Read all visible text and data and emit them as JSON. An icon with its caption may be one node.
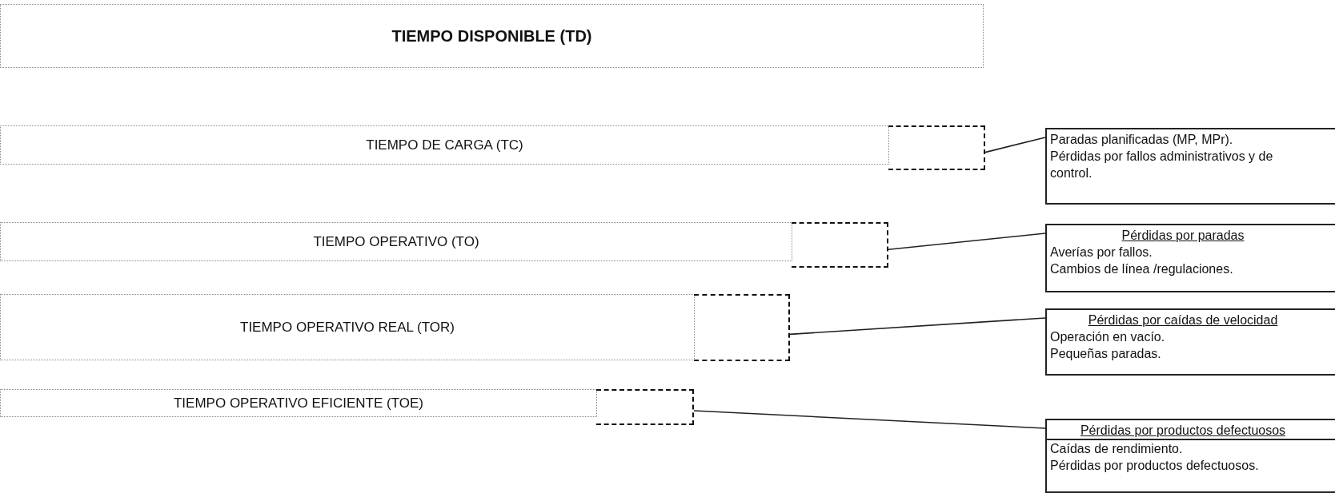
{
  "diagram": {
    "nodes": [
      {
        "text": [
          "TIEMPO DISPONIBLE (TD)"
        ]
      },
      {
        "text": [
          "TIEMPO DE CARGA (TC)"
        ]
      },
      {
        "text": [],
        "shape": "box"
      },
      {
        "text": [
          "Paradas planificadas (MP, MPr).",
          "Pérdidas por fallos administrativos y de control."
        ]
      },
      {
        "text": [
          "TIEMPO OPERATIVO (TO)"
        ]
      },
      {
        "text": [],
        "shape": "box"
      },
      {
        "text": [
          "Pérdidas por paradas",
          "Averías por fallos.",
          "Cambios de línea /regulaciones."
        ]
      },
      {
        "text": [
          "TIEMPO OPERATIVO REAL (TOR)"
        ]
      },
      {
        "text": [],
        "shape": "box"
      },
      {
        "text": [
          "Pérdidas por caídas de velocidad",
          "Operación en vacío.",
          "Pequeñas paradas."
        ]
      },
      {
        "text": [
          "TIEMPO OPERATIVO EFICIENTE (TOE)"
        ]
      },
      {
        "text": [],
        "shape": "box"
      },
      {
        "text": [
          "Pérdidas por productos defectuosos",
          "Caídas de rendimiento.",
          "Pérdidas por productos defectuosos."
        ]
      }
    ],
    "edges": [
      {
        "from": 3,
        "to": 2,
        "arrow": "none"
      },
      {
        "from": 6,
        "to": 5,
        "arrow": "none"
      },
      {
        "from": 9,
        "to": 8,
        "arrow": "none"
      },
      {
        "from": 12,
        "to": 11,
        "arrow": "none"
      }
    ]
  }
}
